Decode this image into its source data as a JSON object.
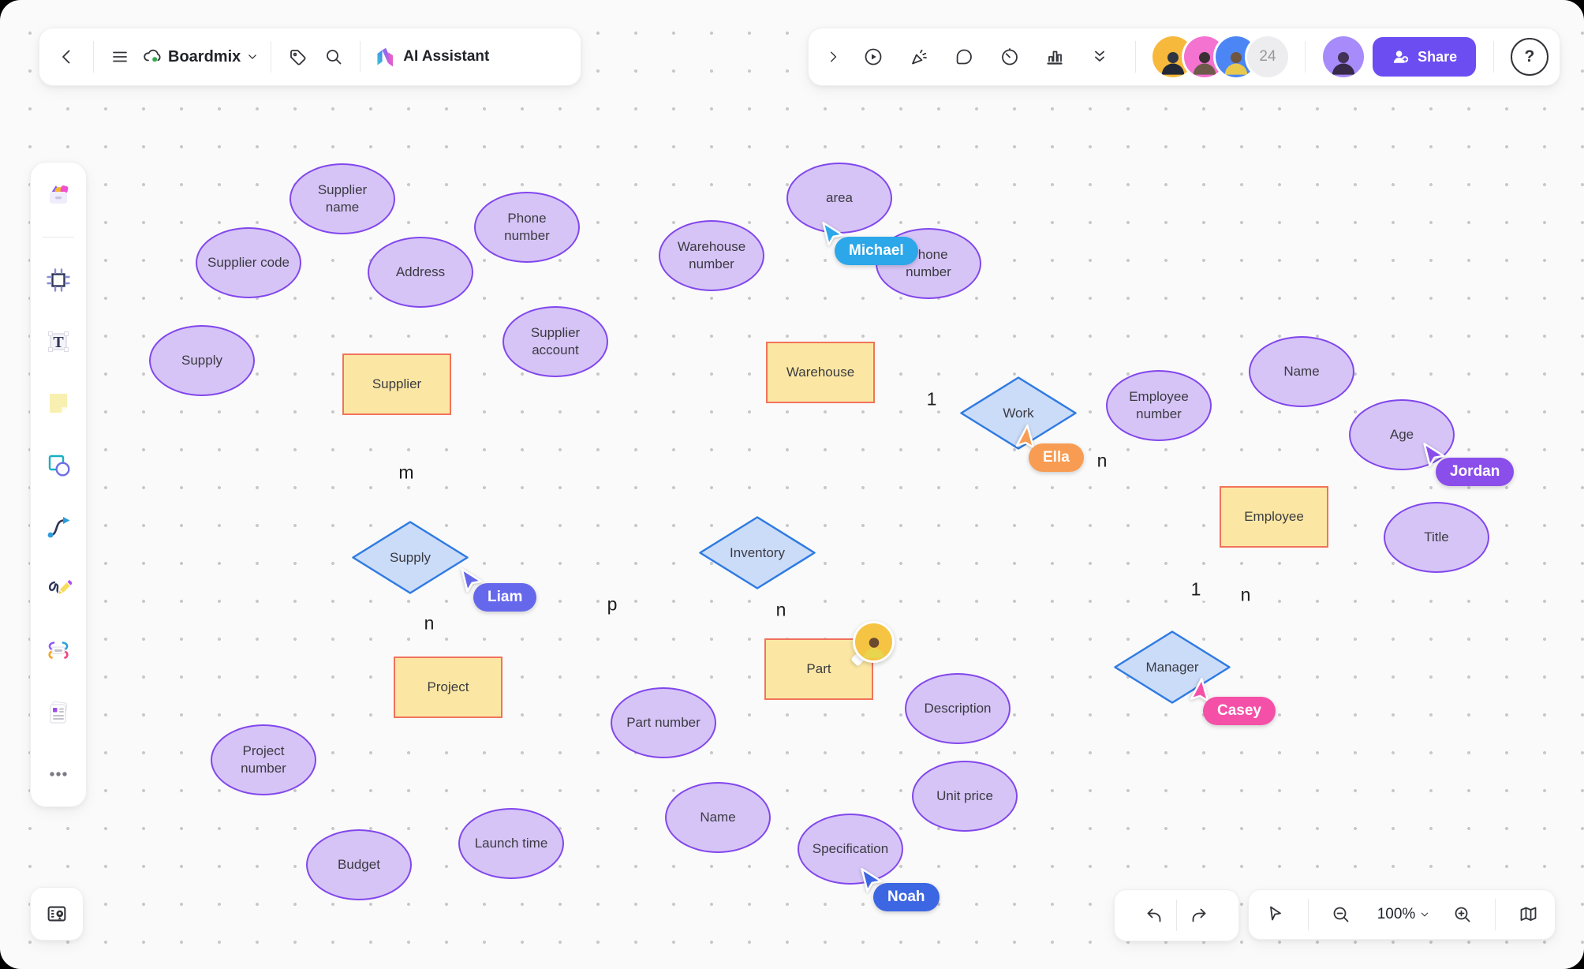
{
  "header": {
    "brand": "Boardmix",
    "ai_assistant_label": "AI Assistant",
    "left_icons": [
      "back",
      "menu",
      "cloud-sync",
      "chevron-down",
      "tag",
      "search",
      "ai-logo"
    ],
    "right_icons": [
      "expand",
      "present-play",
      "laser-pointer",
      "comment",
      "timer",
      "board-stats",
      "collapse-double-chevron"
    ],
    "collaborator_count": "24",
    "share_label": "Share",
    "help": "?"
  },
  "sidebar": {
    "tools": [
      "templates",
      "frame",
      "text",
      "sticky-note",
      "shapes",
      "connector",
      "pen",
      "mindmap",
      "document",
      "more"
    ],
    "bottom_icon": "board-navigator"
  },
  "footer": {
    "zoom_level": "100%",
    "controls": [
      "undo",
      "redo",
      "cursor",
      "zoom-out",
      "zoom-in",
      "minimap"
    ]
  },
  "diagram": {
    "entities": [
      {
        "label": "Supplier"
      },
      {
        "label": "Warehouse"
      },
      {
        "label": "Employee"
      },
      {
        "label": "Project"
      },
      {
        "label": "Part"
      }
    ],
    "attributes": [
      {
        "label": "Supplier name"
      },
      {
        "label": "Supplier code"
      },
      {
        "label": "Phone number"
      },
      {
        "label": "Address"
      },
      {
        "label": "Supply"
      },
      {
        "label": "Supplier account"
      },
      {
        "label": "Warehouse number"
      },
      {
        "label": "area"
      },
      {
        "label": "Phone number"
      },
      {
        "label": "Employee number"
      },
      {
        "label": "Name"
      },
      {
        "label": "Age"
      },
      {
        "label": "Title"
      },
      {
        "label": "Project number"
      },
      {
        "label": "Budget"
      },
      {
        "label": "Launch time"
      },
      {
        "label": "Part number"
      },
      {
        "label": "Name"
      },
      {
        "label": "Specification"
      },
      {
        "label": "Unit price"
      },
      {
        "label": "Description"
      }
    ],
    "relationships": [
      {
        "label": "Supply"
      },
      {
        "label": "Work"
      },
      {
        "label": "Inventory"
      },
      {
        "label": "Manager"
      }
    ],
    "edge_labels": [
      "m",
      "n",
      "p",
      "1",
      "n",
      "1",
      "n",
      "n"
    ],
    "collaborators": [
      {
        "name": "Michael",
        "color": "#2BA7EA"
      },
      {
        "name": "Liam",
        "color": "#6668EC"
      },
      {
        "name": "Jordan",
        "color": "#8A4EEB"
      },
      {
        "name": "Ella",
        "color": "#F79C52"
      },
      {
        "name": "Casey",
        "color": "#F450A8"
      },
      {
        "name": "Noah",
        "color": "#3C66E2"
      }
    ],
    "colors": {
      "entity_fill": "#FBE7A3",
      "entity_border": "#F1735C",
      "attribute_fill": "#D6C4F6",
      "attribute_border": "#8247EC",
      "relationship_fill": "#CBDCF9",
      "relationship_border": "#2F7BE2",
      "share_accent": "#6C4DF2"
    }
  }
}
